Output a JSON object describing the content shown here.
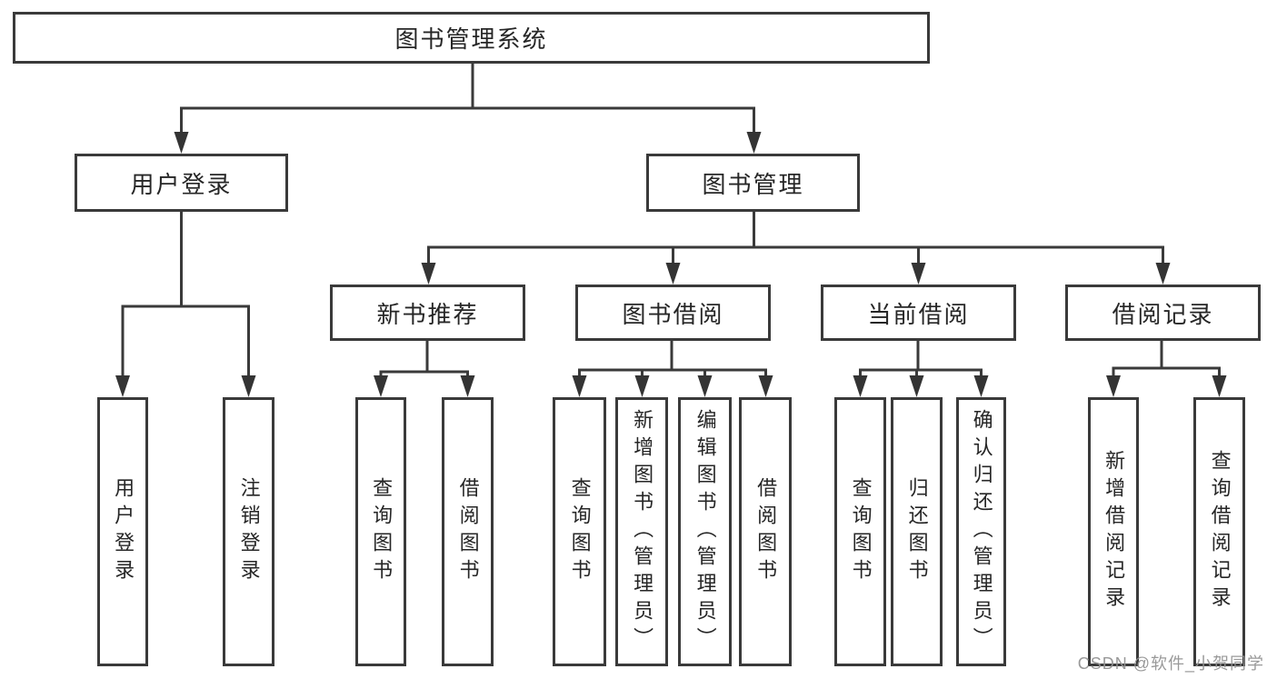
{
  "diagram": {
    "type": "hierarchy-tree",
    "root": {
      "id": "library-system",
      "label": "图书管理系统"
    },
    "level2": [
      {
        "id": "user-login",
        "label": "用户登录",
        "parent": "library-system"
      },
      {
        "id": "book-management",
        "label": "图书管理",
        "parent": "library-system"
      }
    ],
    "level3": [
      {
        "id": "new-book-recommend",
        "label": "新书推荐",
        "parent": "book-management"
      },
      {
        "id": "book-borrowing",
        "label": "图书借阅",
        "parent": "book-management"
      },
      {
        "id": "current-borrowing",
        "label": "当前借阅",
        "parent": "book-management"
      },
      {
        "id": "borrowing-records",
        "label": "借阅记录",
        "parent": "book-management"
      }
    ],
    "leaves": [
      {
        "id": "leaf-user-login",
        "label": "用户登录",
        "parent": "user-login"
      },
      {
        "id": "leaf-logout",
        "label": "注销登录",
        "parent": "user-login"
      },
      {
        "id": "leaf-query-book-recommend",
        "label": "查询图书",
        "parent": "new-book-recommend"
      },
      {
        "id": "leaf-borrow-book-recommend",
        "label": "借阅图书",
        "parent": "new-book-recommend"
      },
      {
        "id": "leaf-query-book-borrowing",
        "label": "查询图书",
        "parent": "book-borrowing"
      },
      {
        "id": "leaf-add-book-admin",
        "label": "新增图书（管理员）",
        "parent": "book-borrowing"
      },
      {
        "id": "leaf-edit-book-admin",
        "label": "编辑图书（管理员）",
        "parent": "book-borrowing"
      },
      {
        "id": "leaf-borrow-book-borrowing",
        "label": "借阅图书",
        "parent": "book-borrowing"
      },
      {
        "id": "leaf-query-book-current",
        "label": "查询图书",
        "parent": "current-borrowing"
      },
      {
        "id": "leaf-return-book",
        "label": "归还图书",
        "parent": "current-borrowing"
      },
      {
        "id": "leaf-confirm-return-admin",
        "label": "确认归还（管理员）",
        "parent": "current-borrowing"
      },
      {
        "id": "leaf-add-borrow-record",
        "label": "新增借阅记录",
        "parent": "borrowing-records"
      },
      {
        "id": "leaf-query-borrow-record",
        "label": "查询借阅记录",
        "parent": "borrowing-records"
      }
    ],
    "colors": {
      "line": "#3a3a3a",
      "box_border": "#3a3a3a",
      "text": "#262626",
      "background": "#ffffff",
      "watermark": "#949494"
    }
  },
  "watermark": {
    "text": "CSDN @软件_小贺同学"
  }
}
